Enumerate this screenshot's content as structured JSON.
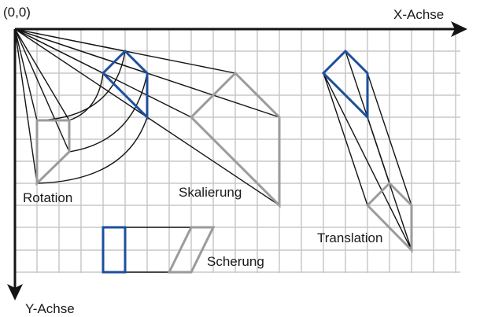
{
  "labels": {
    "origin": "(0,0)",
    "x_axis": "X-Achse",
    "y_axis": "Y-Achse",
    "rotation": "Rotation",
    "scaling": "Skalierung",
    "shearing": "Scherung",
    "translation": "Translation"
  },
  "colors": {
    "axis": "#141414",
    "grid": "#c8c8c8",
    "original_shape": "#1d4f9c",
    "transformed_shape": "#9b9b9b",
    "projection_lines": "#141414"
  }
}
